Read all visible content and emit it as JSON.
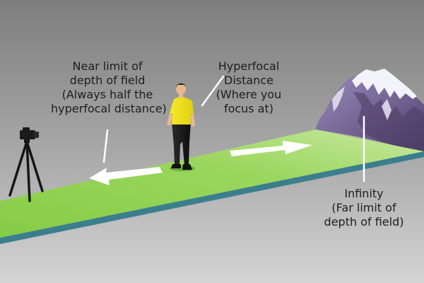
{
  "labels": {
    "near_limit": [
      "Near limit of",
      "depth of field",
      "(Always half the",
      "hyperfocal distance)"
    ],
    "hyperfocal": [
      "Hyperfocal",
      "Distance",
      "(Where you",
      "focus at)"
    ],
    "infinity": [
      "Infinity",
      "(Far limit of",
      "depth of field)"
    ]
  },
  "colors": {
    "background_top": "#7d7d7d",
    "background_bottom": "#d4d4d4",
    "ground_top": "#8fd14f",
    "ground_front": "#3b7f8d",
    "ground_side": "#2b5f6b",
    "shirt": "#f2e51a",
    "trousers": "#1c1c1c",
    "skin": "#e8b98f",
    "mountain_rock": "#7a6a9a",
    "mountain_snow": "#f3f3fb",
    "arrow": "#ffffff",
    "pointer_line": "#ffffff"
  },
  "icons": {
    "camera": "camera-on-tripod-icon",
    "arrow_near": "arrow-pointing-left-icon",
    "arrow_far": "arrow-pointing-right-icon"
  }
}
